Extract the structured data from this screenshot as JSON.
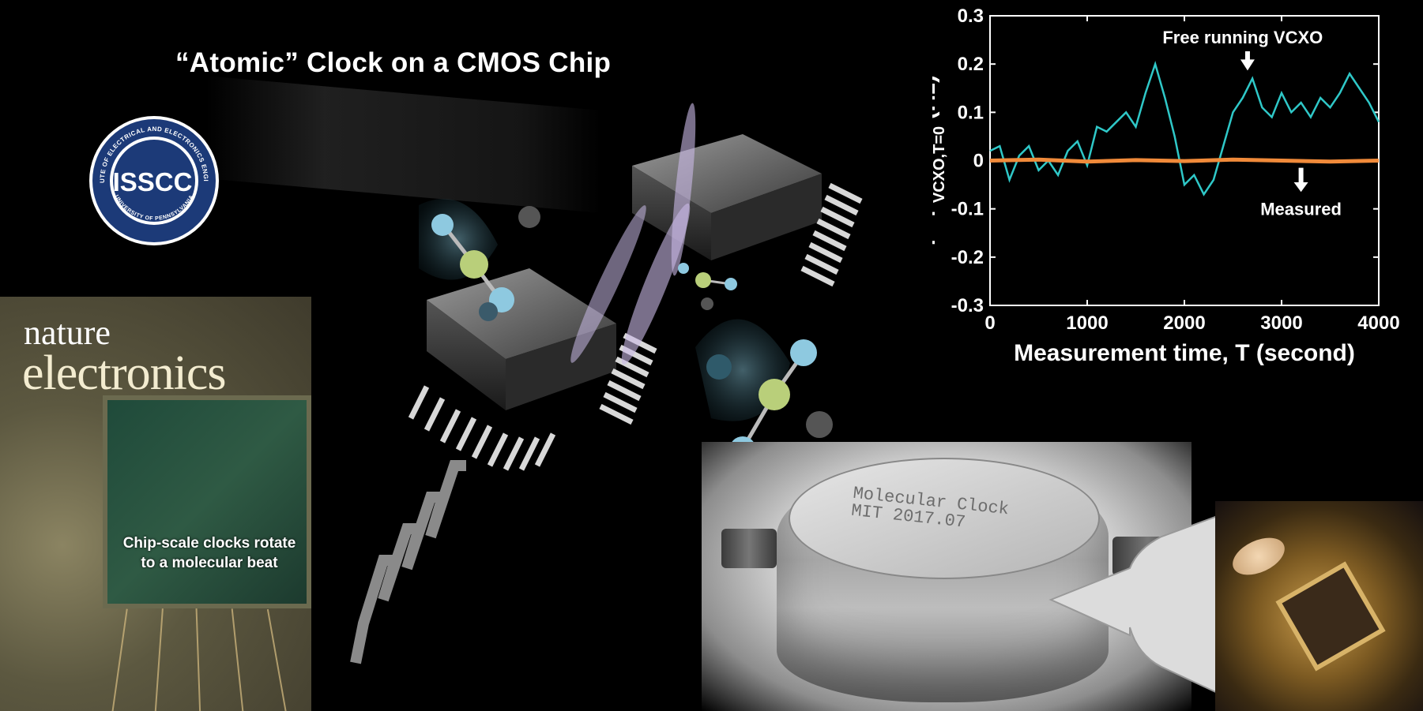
{
  "title": "“Atomic” Clock on a CMOS Chip",
  "seal": {
    "center_text": "ISSCC",
    "ring_top": "INSTITUTE OF ELECTRICAL AND ELECTRONICS ENGINEERS",
    "ring_bottom": "UNIVERSITY OF PENNSYLVANIA",
    "color": "#1c3a78"
  },
  "cover": {
    "brand_line1": "nature",
    "brand_line2": "electronics",
    "caption_line1": "Chip-scale clocks rotate",
    "caption_line2": "to a molecular beat"
  },
  "module": {
    "engraving_line1": "Molecular Clock",
    "engraving_line2": "MIT 2017.07"
  },
  "chart_data": {
    "type": "line",
    "ylabel_main": "f - f",
    "ylabel_sub": "VCXO,T=0",
    "ylabel_unit": "(Hz)",
    "xlabel": "Measurement time, T (second)",
    "xlim": [
      0,
      4000
    ],
    "ylim": [
      -0.3,
      0.3
    ],
    "xticks": [
      "0",
      "1000",
      "2000",
      "3000",
      "4000"
    ],
    "yticks": [
      "0.3",
      "0.2",
      "0.1",
      "0",
      "-0.1",
      "-0.2",
      "-0.3"
    ],
    "annotations": [
      {
        "text": "Free running VCXO",
        "target": [
          2650,
          0.18
        ]
      },
      {
        "text": "Measured",
        "target": [
          3200,
          0.0
        ]
      }
    ],
    "series": [
      {
        "color": "#2fc8c8",
        "x": [
          0,
          100,
          200,
          300,
          400,
          500,
          600,
          700,
          800,
          900,
          1000,
          1100,
          1200,
          1300,
          1400,
          1500,
          1600,
          1700,
          1800,
          1900,
          2000,
          2100,
          2200,
          2300,
          2400,
          2500,
          2600,
          2700,
          2800,
          2900,
          3000,
          3100,
          3200,
          3300,
          3400,
          3500,
          3600,
          3700,
          3800,
          3900,
          4000
        ],
        "y": [
          0.02,
          0.03,
          -0.04,
          0.01,
          0.03,
          -0.02,
          0.0,
          -0.03,
          0.02,
          0.04,
          -0.01,
          0.07,
          0.06,
          0.08,
          0.1,
          0.07,
          0.14,
          0.2,
          0.13,
          0.05,
          -0.05,
          -0.03,
          -0.07,
          -0.04,
          0.03,
          0.1,
          0.13,
          0.17,
          0.11,
          0.09,
          0.14,
          0.1,
          0.12,
          0.09,
          0.13,
          0.11,
          0.14,
          0.18,
          0.15,
          0.12,
          0.08
        ]
      },
      {
        "color": "#f08a3a",
        "x": [
          0,
          500,
          1000,
          1500,
          2000,
          2500,
          3000,
          3500,
          4000
        ],
        "y": [
          0.0,
          0.002,
          -0.002,
          0.001,
          -0.001,
          0.002,
          0.0,
          -0.002,
          0.0
        ]
      }
    ],
    "reference_line": {
      "y": 0.0,
      "style": "dashed",
      "color": "#ffffff"
    }
  }
}
